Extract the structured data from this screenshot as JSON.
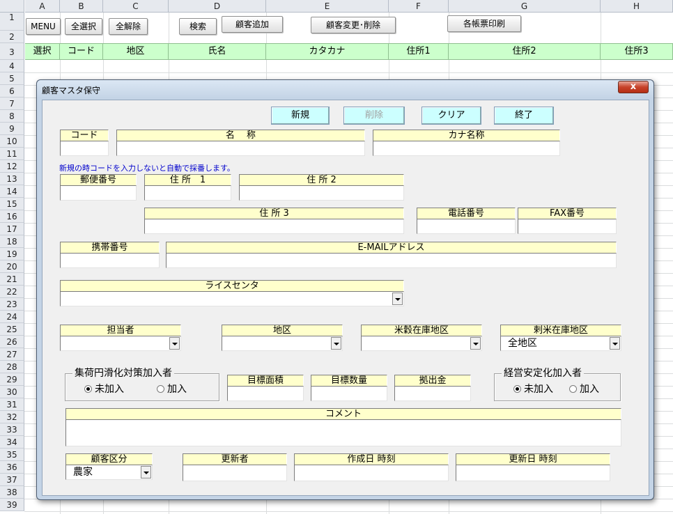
{
  "sheet": {
    "columns": [
      "A",
      "B",
      "C",
      "D",
      "E",
      "F",
      "G",
      "H"
    ],
    "rows": [
      "1",
      "2",
      "3",
      "4",
      "5",
      "6",
      "7",
      "8",
      "9",
      "10",
      "11",
      "12",
      "13",
      "14",
      "15",
      "16",
      "17",
      "18",
      "19",
      "20",
      "21",
      "22",
      "23",
      "24",
      "25",
      "26",
      "27",
      "28",
      "29",
      "30",
      "31",
      "32",
      "33",
      "34",
      "35",
      "36",
      "37",
      "38",
      "39"
    ],
    "buttons": {
      "menu": "MENU",
      "select_all": "全選択",
      "deselect_all": "全解除",
      "search": "検索",
      "add_customer": "顧客追加",
      "modify_delete": "顧客変更･削除",
      "print_forms": "各帳票印刷"
    },
    "header_row": [
      "選択",
      "コード",
      "地区",
      "氏名",
      "カタカナ",
      "住所1",
      "住所2",
      "住所3"
    ]
  },
  "dialog": {
    "title": "顧客マスタ保守",
    "close_label": "x",
    "actions": {
      "new": "新規",
      "delete": "削除",
      "clear": "クリア",
      "exit": "終了"
    },
    "labels": {
      "code": "コード",
      "name": "名　 称",
      "kana_name": "カナ名称",
      "postal": "郵便番号",
      "address1": "住 所　1",
      "address2": "住 所 2",
      "address3": "住 所 3",
      "phone": "電話番号",
      "fax": "FAX番号",
      "mobile": "携帯番号",
      "email": "E-MAILアドレス",
      "rice_center": "ライスセンタ",
      "staff": "担当者",
      "district": "地区",
      "rice_stock_district": "米穀在庫地区",
      "milled_stock_district": "剌米在庫地区",
      "target_area": "目標面積",
      "target_qty": "目標数量",
      "contribution": "拠出金",
      "comment": "コメント",
      "customer_type": "顧客区分",
      "updater": "更新者",
      "created": "作成日 時刻",
      "updated": "更新日 時刻"
    },
    "note": "新規の時コードを入力しないと自動で採番します。",
    "values": {
      "milled_stock_district": "全地区",
      "customer_type": "農家"
    },
    "groups": {
      "collection": {
        "title": "集荷円滑化対策加入者",
        "options": [
          "未加入",
          "加入"
        ],
        "selected": 0
      },
      "stability": {
        "title": "経営安定化加入者",
        "options": [
          "未加入",
          "加入"
        ],
        "selected": 0
      }
    }
  }
}
